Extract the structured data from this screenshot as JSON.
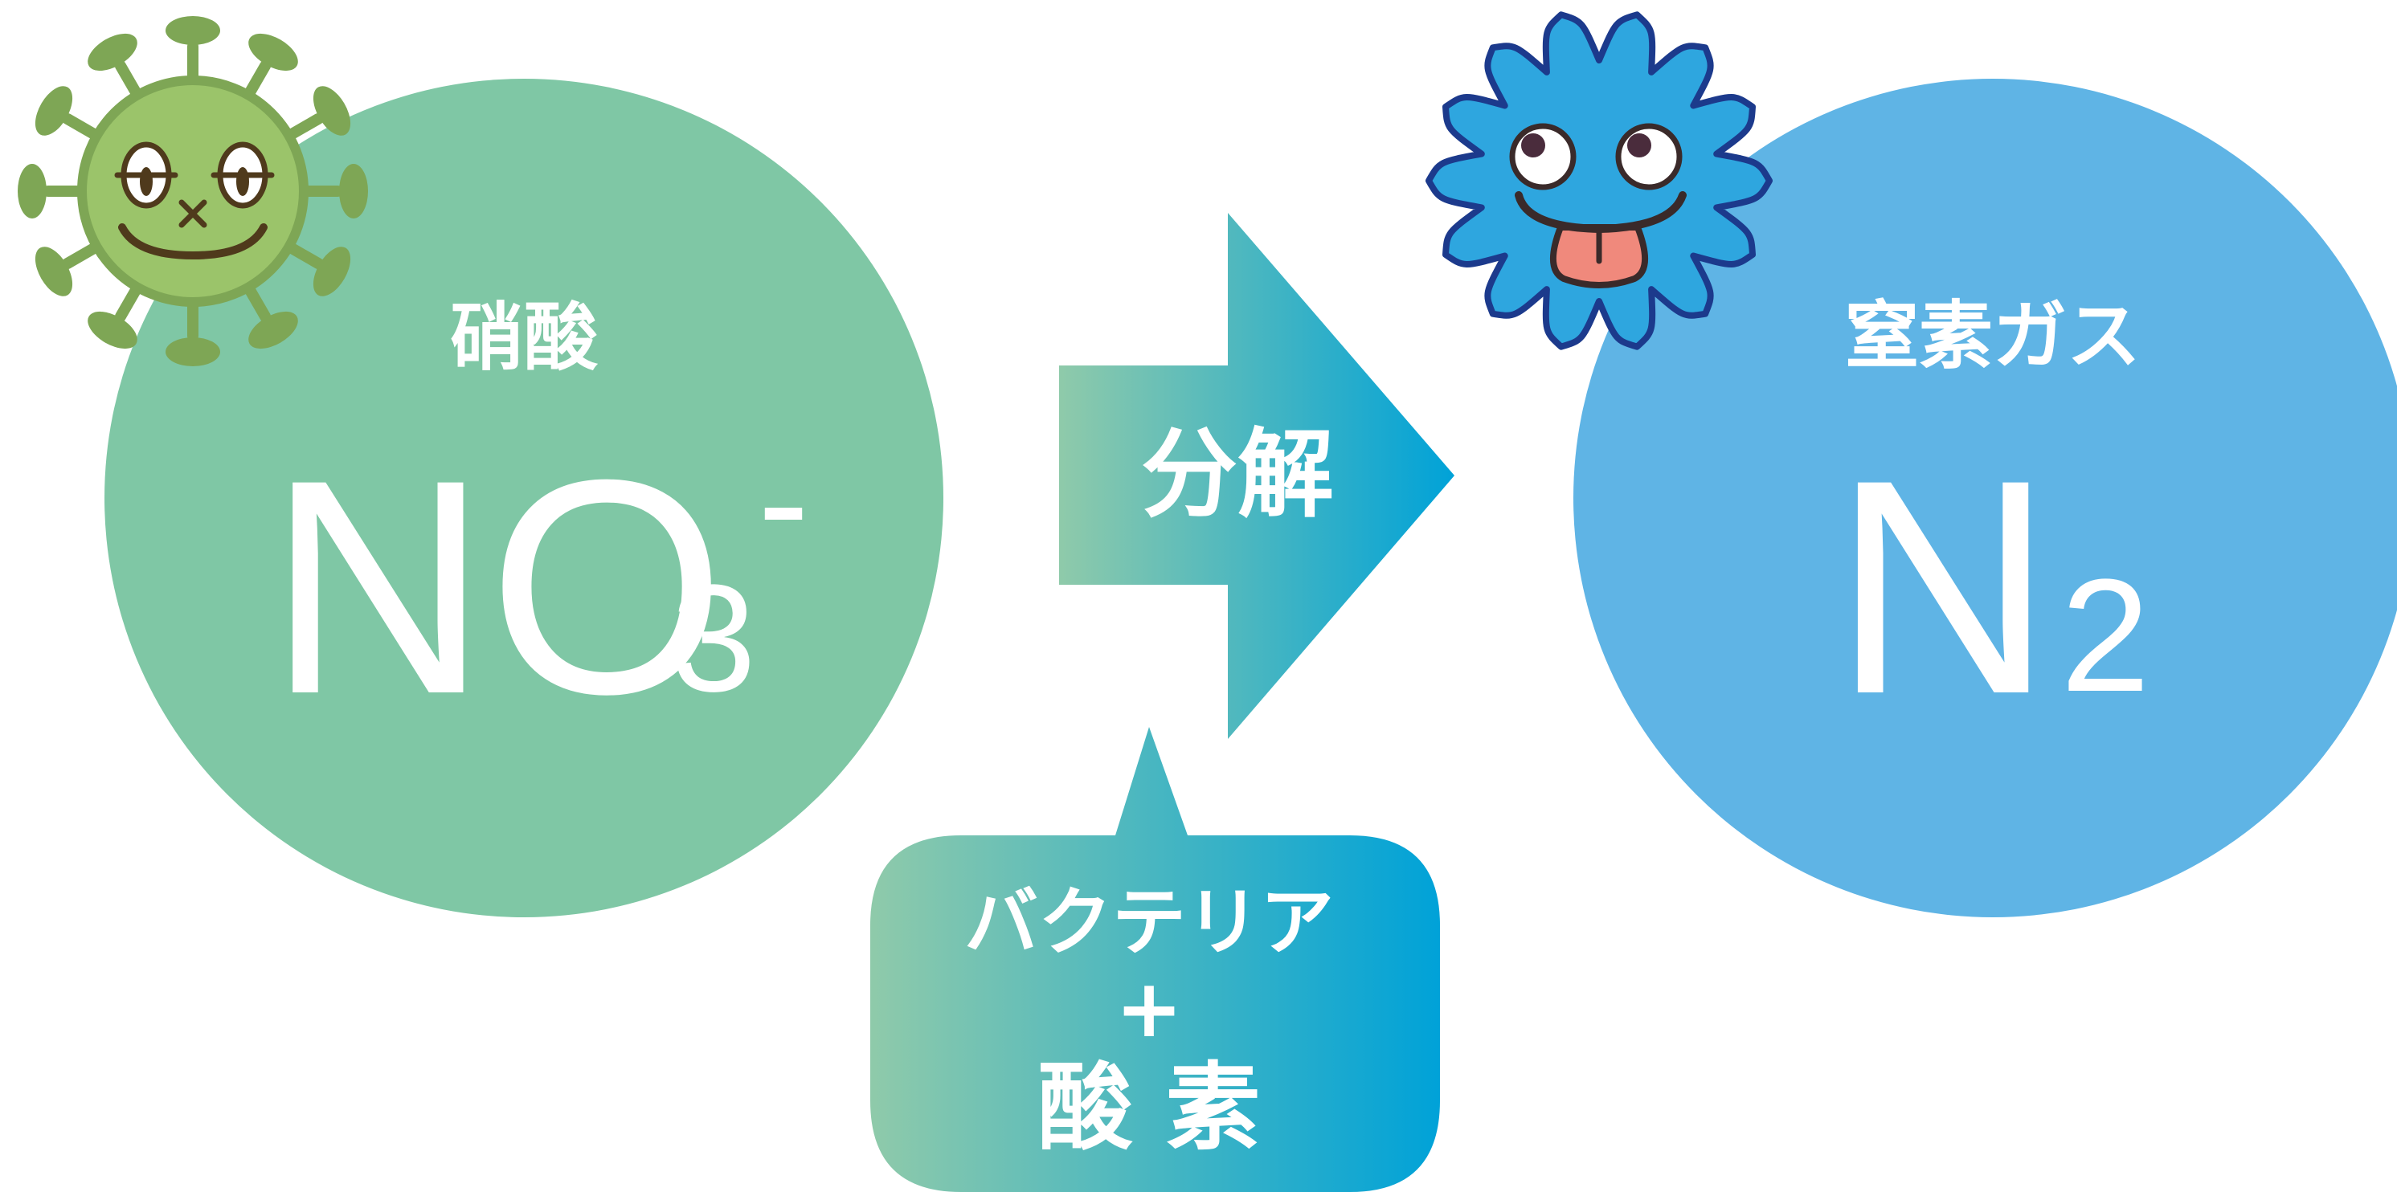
{
  "nitrate": {
    "name": "硝酸",
    "formula_main": "NO",
    "formula_sub": "3",
    "formula_sup": "-",
    "color": "#7fc7a5"
  },
  "nitrogen": {
    "name": "窒素ガス",
    "formula_main": "N",
    "formula_sub": "2",
    "color": "#5fb4e5"
  },
  "process": {
    "label": "分解",
    "gradient_start": "#8fcaaa",
    "gradient_end": "#00a2d8"
  },
  "agents": {
    "line1": "バクテリア",
    "line2": "+",
    "line3": "酸 素"
  },
  "icons": {
    "left": "dead-virus-icon",
    "right": "happy-bacteria-icon"
  }
}
